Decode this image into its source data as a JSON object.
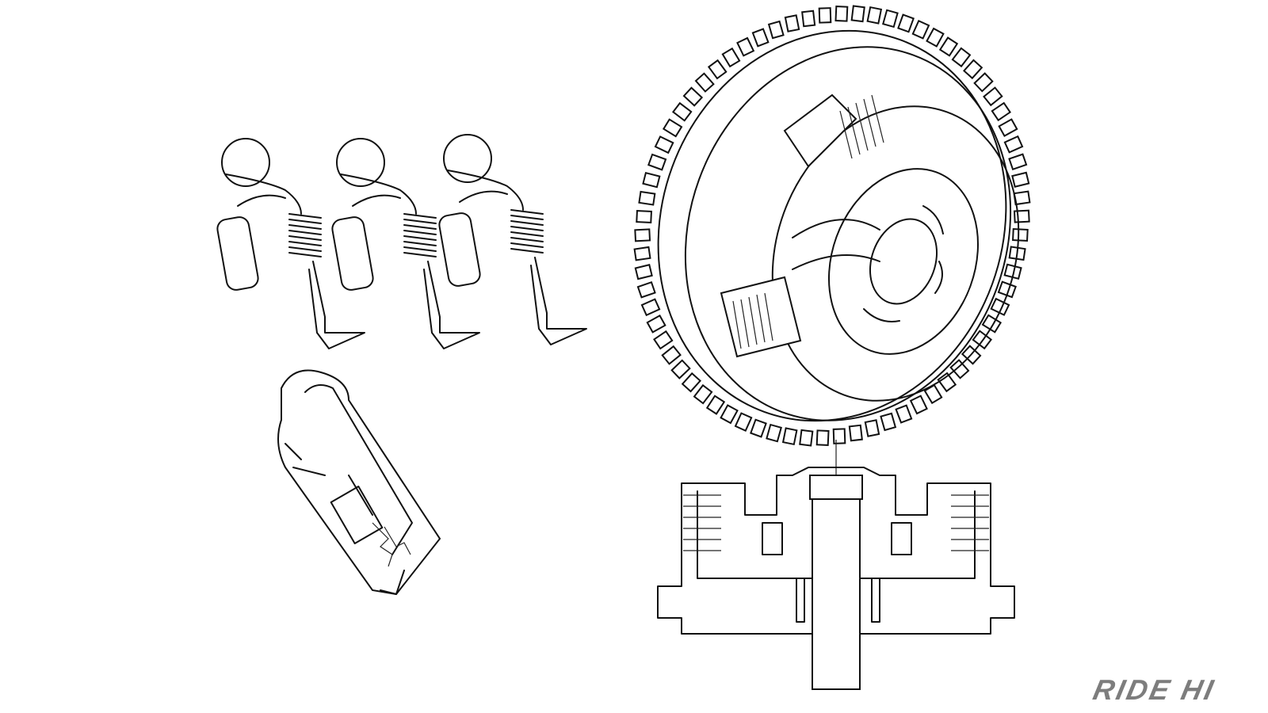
{
  "logo": {
    "text": "RIDE HI",
    "color": "#7d7d7d"
  },
  "illustrations": {
    "valve_count": 3,
    "gear_teeth": 72
  }
}
